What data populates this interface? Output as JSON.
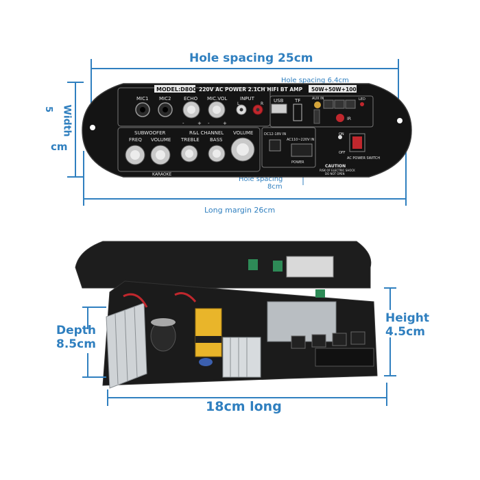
{
  "dimensions": {
    "hole_spacing_top": "Hole spacing 25cm",
    "hole_spacing_small": "Hole spacing 6.4cm",
    "width_number": "5",
    "width_word": "Width",
    "width_unit": "cm",
    "hole_spacing_bottom_line1": "Hole spacing",
    "hole_spacing_bottom_line2": "8cm",
    "long_margin": "Long margin 26cm",
    "depth_line1": "Depth",
    "depth_line2": "8.5cm",
    "height_line1": "Height",
    "height_line2": "4.5cm",
    "length": "18cm long"
  },
  "panel": {
    "model": "MODEL:D800",
    "power": "220V AC POWER 2.1CH HIFI BT AMP",
    "watts": "50W+50W+100W",
    "mic1": "MIC1",
    "mic2": "MIC2",
    "echo": "ECHO",
    "mic_vol": "MIC.VOL",
    "input": "INPUT",
    "l": "L",
    "r": "R",
    "usb": "USB",
    "tf": "TF",
    "aux": "AUX IN",
    "led": "LED",
    "ir": "IR",
    "subwoofer": "SUBWOOFER",
    "freq": "FREQ",
    "volume_sub": "VOLUME",
    "rl_channel": "R&L CHANNEL",
    "treble": "TREBLE",
    "bass": "BASS",
    "volume_main": "VOLUME",
    "dc_in": "DC12-18V IN",
    "ac_in": "AC110~220V IN",
    "power_label": "POWER",
    "on": "ON",
    "off": "OFF",
    "ac_switch": "AC POWER SWITCH",
    "karaoke": "KARAOKE",
    "caution": "CAUTION",
    "caution_sub1": "RISK OF ELECTRIC SHOCK",
    "caution_sub2": "DO NOT OPEN",
    "plus": "+",
    "minus": "-"
  },
  "colors": {
    "dimension_blue": "#2f7fbf",
    "panel_black": "#141414",
    "pcb_black": "#1b1b1b",
    "knob_silver": "#c9c9c9",
    "rca_red": "#c0272d",
    "capacitor_yellow": "#e9b52a",
    "heatsink_silver": "#cfd3d6"
  }
}
